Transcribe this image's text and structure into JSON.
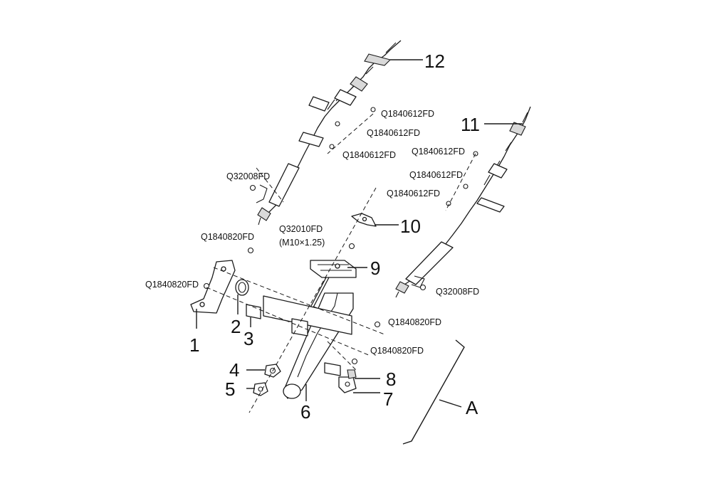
{
  "callouts": {
    "c1": "1",
    "c2": "2",
    "c3": "3",
    "c4": "4",
    "c5": "5",
    "c6": "6",
    "c7": "7",
    "c8": "8",
    "c9": "9",
    "c10": "10",
    "c11": "11",
    "c12": "12",
    "cA": "A"
  },
  "part_codes": {
    "left_q1840612_a": "Q1840612FD",
    "left_q1840612_b": "Q1840612FD",
    "left_q1840612_c": "Q1840612FD",
    "left_q32008": "Q32008FD",
    "q32010": "Q32010FD",
    "q32010_note": "(M10×1.25)",
    "left_q1840820": "Q1840820FD",
    "left_q1840820_b": "Q1840820FD",
    "right_q1840612_a": "Q1840612FD",
    "right_q1840612_b": "Q1840612FD",
    "right_q1840612_c": "Q1840612FD",
    "right_q32008": "Q32008FD",
    "right_q1840820_a": "Q1840820FD",
    "right_q1840820_b": "Q1840820FD"
  }
}
